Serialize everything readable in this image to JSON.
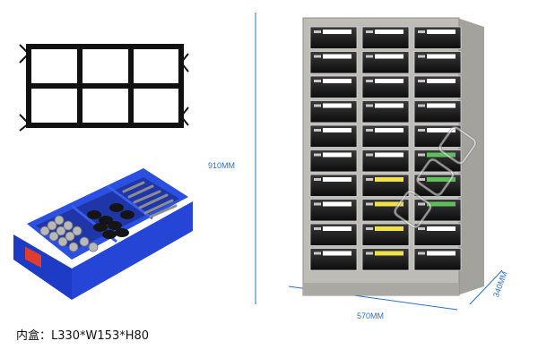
{
  "dimensions": {
    "height_label": "910MM",
    "width_label": "570MM",
    "depth_label": "340MM"
  },
  "caption": "内盒：L330*W153*H80",
  "cabinet": {
    "columns": 3,
    "rows": 10
  },
  "colors": {
    "cabinet_body": "#b9b8b2",
    "dimension_line": "#2a70c8",
    "bin_blue": "#1f3fd0",
    "divider_frame": "#111111",
    "label_yellow": "#f2e24a",
    "label_green": "#5fbf5a"
  }
}
